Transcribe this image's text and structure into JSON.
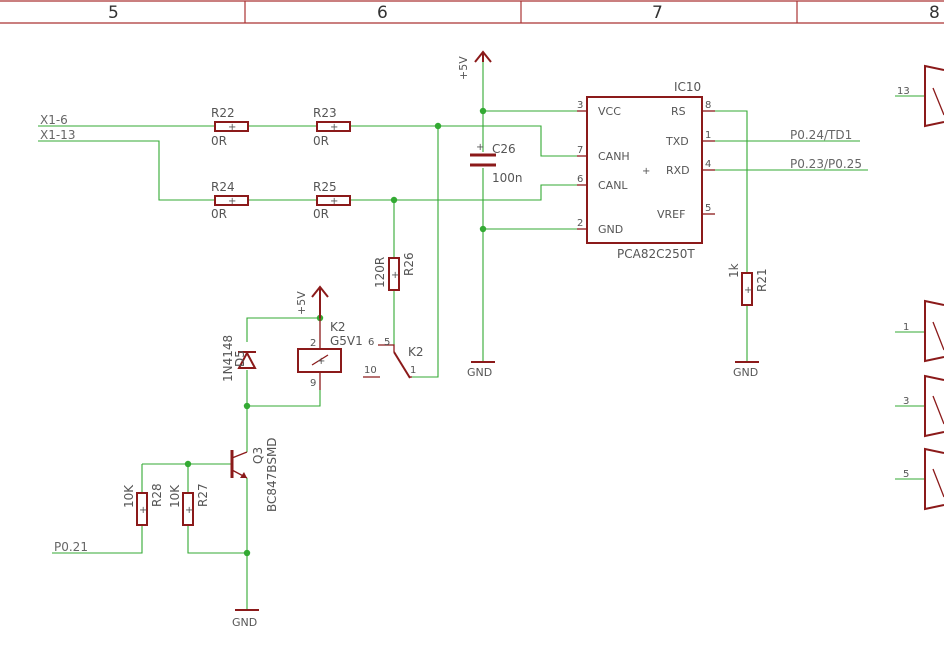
{
  "frame": {
    "columns": [
      "5",
      "6",
      "7",
      "8"
    ]
  },
  "nets": {
    "x1_6": "X1-6",
    "x1_13": "X1-13",
    "p0_24": "P0.24/TD1",
    "p0_23": "P0.23/P0.25",
    "p0_21": "P0.21"
  },
  "supplies": {
    "vcc_top": "+5V",
    "vcc_relay": "+5V",
    "gnd_c26": "GND",
    "gnd_r21": "GND",
    "gnd_q3": "GND"
  },
  "resistors": {
    "r22": {
      "name": "R22",
      "value": "0R"
    },
    "r23": {
      "name": "R23",
      "value": "0R"
    },
    "r24": {
      "name": "R24",
      "value": "0R"
    },
    "r25": {
      "name": "R25",
      "value": "0R"
    },
    "r26": {
      "name": "R26",
      "value": "120R"
    },
    "r21": {
      "name": "R21",
      "value": "1k"
    },
    "r28": {
      "name": "R28",
      "value": "10K"
    },
    "r27": {
      "name": "R27",
      "value": "10K"
    }
  },
  "capacitor": {
    "name": "C26",
    "value": "100n"
  },
  "ic": {
    "name": "IC10",
    "part": "PCA82C250T",
    "pins": {
      "vcc": {
        "num": "3",
        "name": "VCC"
      },
      "canh": {
        "num": "7",
        "name": "CANH"
      },
      "canl": {
        "num": "6",
        "name": "CANL"
      },
      "gnd": {
        "num": "2",
        "name": "GND"
      },
      "rs": {
        "num": "8",
        "name": "RS"
      },
      "txd": {
        "num": "1",
        "name": "TXD"
      },
      "rxd": {
        "num": "4",
        "name": "RXD"
      },
      "vref": {
        "num": "5",
        "name": "VREF"
      }
    }
  },
  "relay": {
    "coil_name": "K2",
    "coil_value": "G5V1",
    "coil_pin_top": "2",
    "coil_pin_bottom": "9",
    "switch_name": "K2",
    "switch_pin_nc": "6",
    "switch_pin_com_top": "5",
    "switch_pin_no": "10",
    "switch_pin_com": "1"
  },
  "diode": {
    "name": "D5",
    "value": "1N4148"
  },
  "transistor": {
    "name": "Q3",
    "value": "BC847BSMD"
  },
  "right_side_pins": [
    "13",
    "1",
    "3",
    "5"
  ]
}
